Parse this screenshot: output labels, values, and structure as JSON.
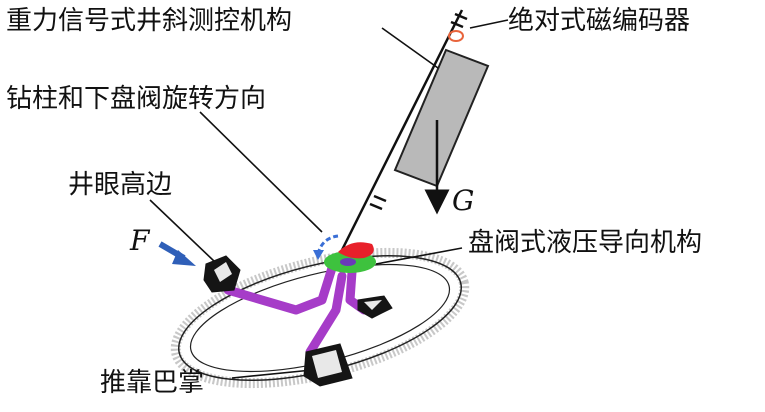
{
  "labels": {
    "gravity_mechanism": "重力信号式井斜测控机构",
    "magnetic_encoder": "绝对式磁编码器",
    "rotation_direction": "钻柱和下盘阀旋转方向",
    "high_side": "井眼高边",
    "valve_mechanism": "盘阀式液压导向机构",
    "push_pad": "推靠巴掌",
    "gravity_symbol": "G",
    "force_symbol": "F"
  },
  "colors": {
    "body_gray": "#b9b9b9",
    "leg_purple": "#a63cc8",
    "valve_red": "#e8202a",
    "valve_green": "#3ec23e",
    "force_blue": "#2f5fb8",
    "rotation_blue": "#3a6fd6",
    "encoder_ring": "#e8643c"
  },
  "icons": {
    "force_arrow": "arrow-right-down-icon",
    "rotation_arrow": "curved-arrow-icon",
    "gravity_arrow": "arrow-down-icon"
  }
}
